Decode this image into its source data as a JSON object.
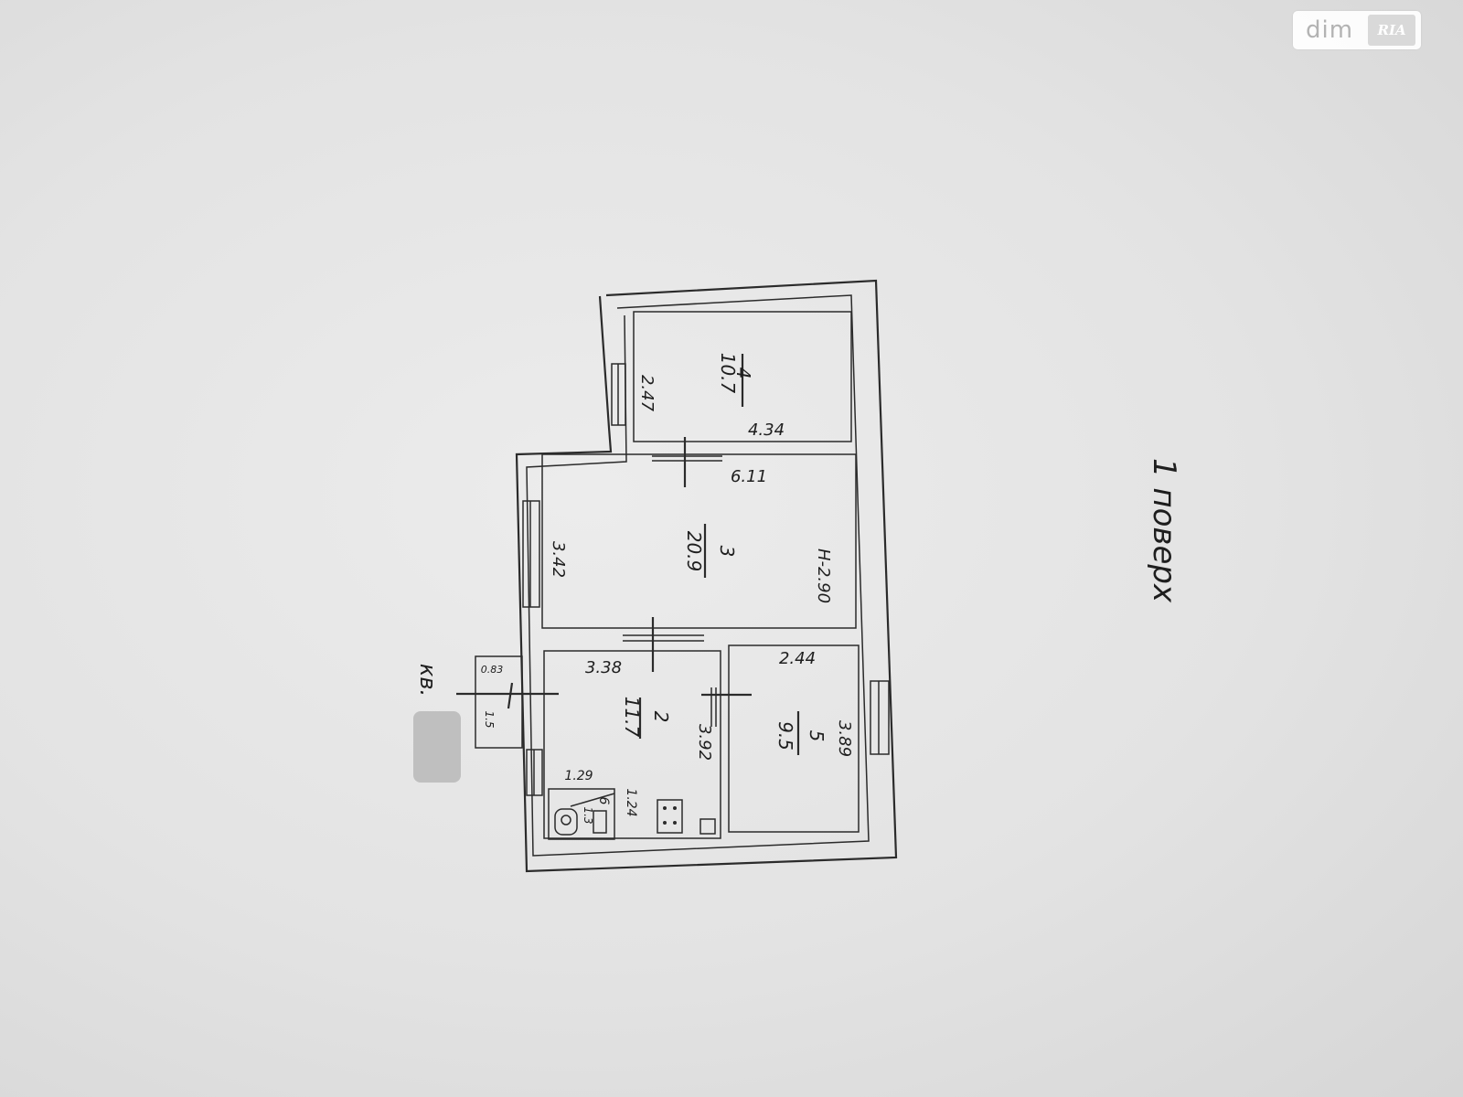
{
  "watermark": {
    "brand": "dim",
    "badge": "RIA"
  },
  "page": {
    "floor_label": "1 поверх",
    "corner_mark": "кв."
  },
  "rooms": [
    {
      "id": "4",
      "area": "10.7"
    },
    {
      "id": "3",
      "area": "20.9"
    },
    {
      "id": "2",
      "area": "11.7"
    },
    {
      "id": "5",
      "area": "9.5"
    },
    {
      "id": "6",
      "area": "1.3"
    }
  ],
  "dimensions": {
    "d_2_47": "2.47",
    "d_4_34": "4.34",
    "d_6_11": "6.11",
    "d_3_42": "3.42",
    "d_height": "H-2.90",
    "d_3_38": "3.38",
    "d_2_44": "2.44",
    "d_3_92": "3.92",
    "d_3_89": "3.89",
    "d_1_29": "1.29",
    "d_1_24": "1.24",
    "d_0_83": "0.83",
    "d_1_5": "1.5"
  }
}
